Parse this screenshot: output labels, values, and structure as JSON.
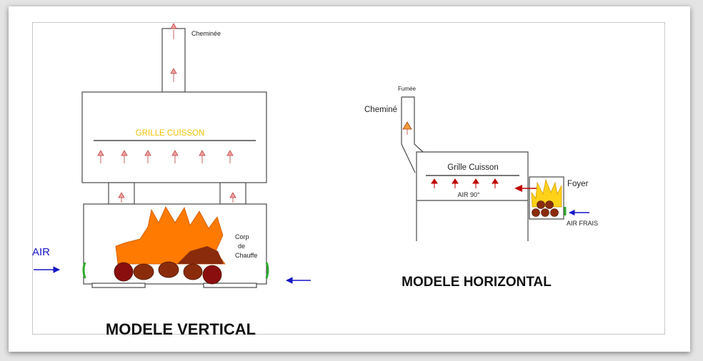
{
  "colors": {
    "outline": "#4a4a4a",
    "grill_label": "#f2c200",
    "arrow_light": "#f4a0a0",
    "arrow_dark": "#c00000",
    "air_blue": "#1414c8",
    "flame_orange": "#ff7a00",
    "flame_yellow": "#ffd21a",
    "log_brown": "#8a2c0c",
    "seal_green": "#2faa2f"
  },
  "icons": [
    "up-arrow-icon",
    "left-arrow-icon",
    "right-arrow-icon",
    "flame-icon",
    "log-icon"
  ],
  "vertical": {
    "title": "MODELE VERTICAL",
    "chimney_label": "Cheminée",
    "grill_label": "GRILLE CUISSON",
    "body_label": [
      "Corp",
      "de",
      "Chauffe"
    ],
    "air_label": "AIR"
  },
  "horizontal": {
    "title": "MODELE HORIZONTAL",
    "smoke_label": "Fumée",
    "chimney_label": "Cheminé",
    "grill_label": "Grille Cuisson",
    "air_angle_label": "AIR 90°",
    "firebox_label": "Foyer",
    "fresh_air_label": "AIR FRAIS"
  }
}
